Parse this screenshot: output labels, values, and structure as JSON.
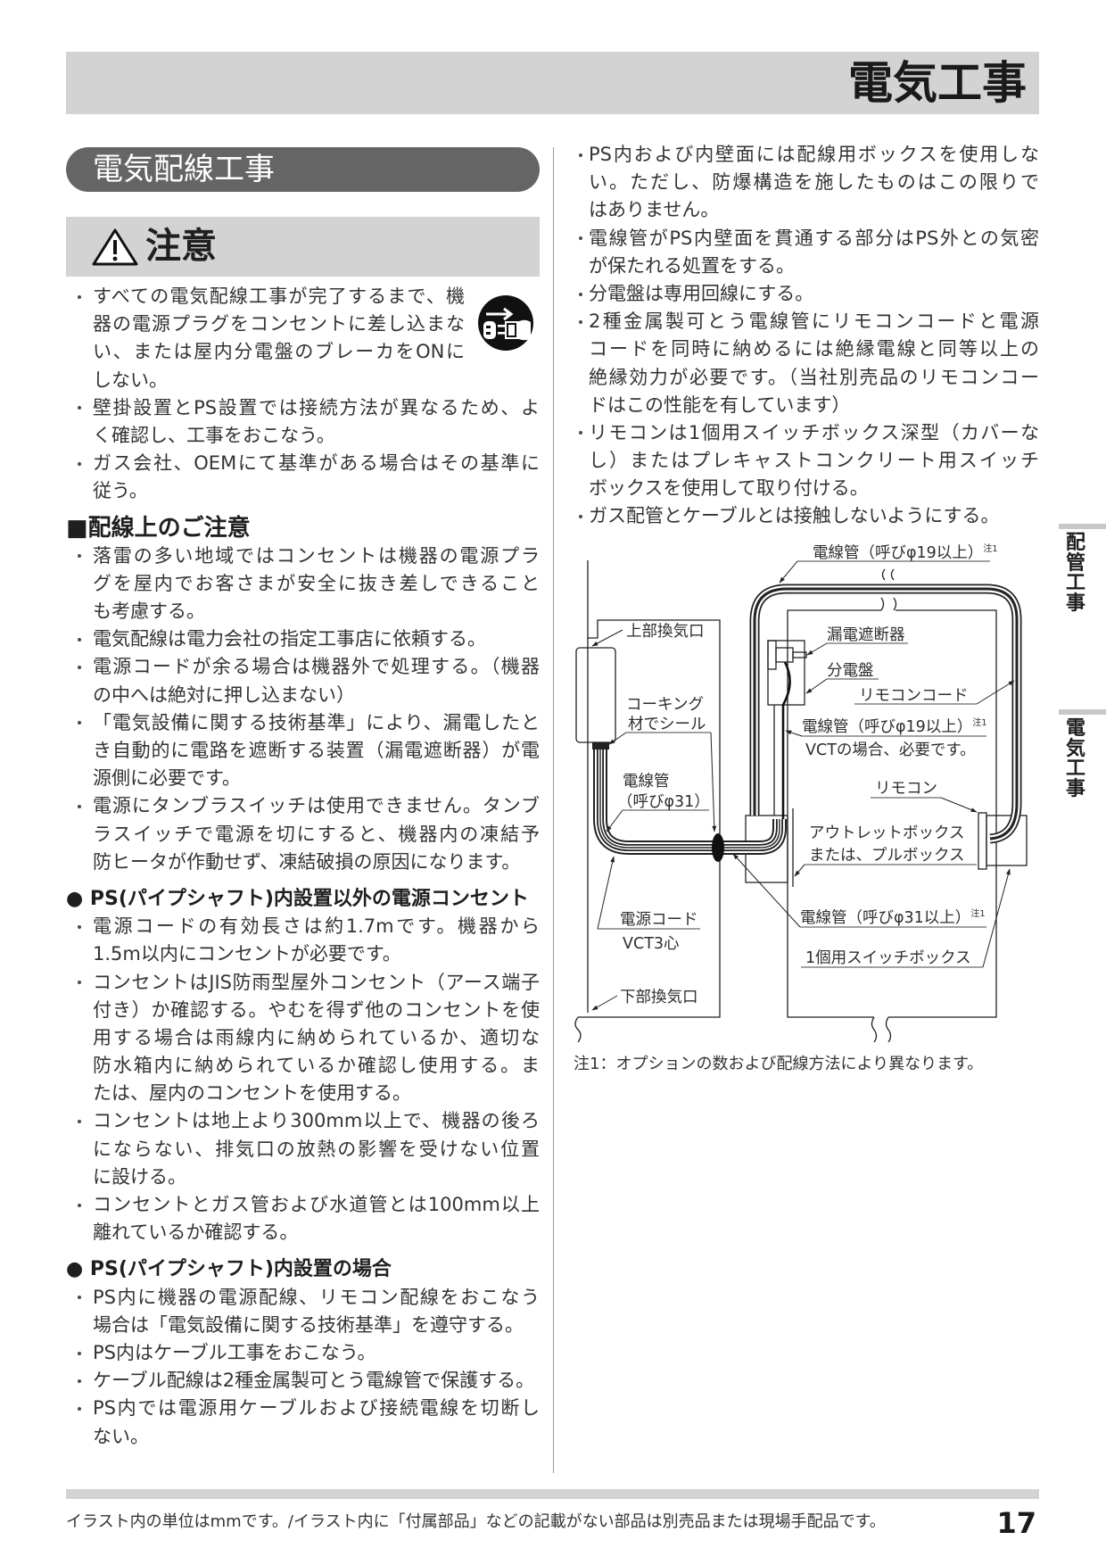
{
  "page": {
    "chapter_title": "電気工事",
    "section_title": "電気配線工事",
    "page_number": "17",
    "footer_note": "イラスト内の単位はmmです。/イラスト内に「付属部品」などの記載がない部品は別売品または現場手配品です。"
  },
  "side_tabs": [
    {
      "label": "配管工事"
    },
    {
      "label": "電気工事"
    }
  ],
  "caution": {
    "title": "注意",
    "icons": [
      "warning-triangle-icon",
      "unplug-icon"
    ],
    "items": [
      {
        "lines": [
          "すべての電気配線工事が完了するまで、機",
          "器の電源プラグをコンセントに差し込まな",
          "い、または屋内分電盤のブレーカをONに",
          "しない。"
        ]
      },
      {
        "lines": [
          "壁掛設置とPS設置では接続方法が異なるため、よ",
          "く確認し、工事をおこなう。"
        ]
      },
      {
        "lines": [
          "ガス会社、OEMにて基準がある場合はその基準に",
          "従う。"
        ]
      }
    ]
  },
  "wiring_notes": {
    "heading": "■配線上のご注意",
    "items": [
      {
        "lines": [
          "落雷の多い地域ではコンセントは機器の電源プラ",
          "グを屋内でお客さまが安全に抜き差しできること",
          "も考慮する。"
        ]
      },
      {
        "lines": [
          "電気配線は電力会社の指定工事店に依頼する。"
        ]
      },
      {
        "lines": [
          "電源コードが余る場合は機器外で処理する。（機器",
          "の中へは絶対に押し込まない）"
        ]
      },
      {
        "lines": [
          "「電気設備に関する技術基準」により、漏電したと",
          "き自動的に電路を遮断する装置（漏電遮断器）が電",
          "源側に必要です。"
        ]
      },
      {
        "lines": [
          "電源にタンブラスイッチは使用できません。タンブ",
          "ラスイッチで電源を切にすると、機器内の凍結予",
          "防ヒータが作動せず、凍結破損の原因になります。"
        ]
      }
    ]
  },
  "outside_ps": {
    "heading": "● PS(パイプシャフト)内設置以外の電源コンセント",
    "items": [
      {
        "lines": [
          "電源コードの有効長さは約1.7mです。機器から",
          "1.5m以内にコンセントが必要です。"
        ]
      },
      {
        "lines": [
          "コンセントはJIS防雨型屋外コンセント（アース端子",
          "付き）か確認する。やむを得ず他のコンセントを使",
          "用する場合は雨線内に納められているか、適切な",
          "防水箱内に納められているか確認し使用する。ま",
          "たは、屋内のコンセントを使用する。"
        ]
      },
      {
        "lines": [
          "コンセントは地上より300mm以上で、機器の後ろ",
          "にならない、排気口の放熱の影響を受けない位置",
          "に設ける。"
        ]
      },
      {
        "lines": [
          "コンセントとガス管および水道管とは100mm以上",
          "離れているか確認する。"
        ]
      }
    ]
  },
  "inside_ps": {
    "heading": "● PS(パイプシャフト)内設置の場合",
    "items": [
      {
        "lines": [
          "PS内に機器の電源配線、リモコン配線をおこなう",
          "場合は「電気設備に関する技術基準」を遵守する。"
        ]
      },
      {
        "lines": [
          "PS内はケーブル工事をおこなう。"
        ]
      },
      {
        "lines": [
          "ケーブル配線は2種金属製可とう電線管で保護する。"
        ]
      },
      {
        "lines": [
          "PS内では電源用ケーブルおよび接続電線を切断し",
          "ない。"
        ]
      }
    ]
  },
  "right_column": {
    "items": [
      {
        "lines": [
          "PS内および内壁面には配線用ボックスを使用しな",
          "い。ただし、防爆構造を施したものはこの限りで",
          "はありません。"
        ]
      },
      {
        "lines": [
          "電線管がPS内壁面を貫通する部分はPS外との気密",
          "が保たれる処置をする。"
        ]
      },
      {
        "lines": [
          "分電盤は専用回線にする。"
        ]
      },
      {
        "lines": [
          "2種金属製可とう電線管にリモコンコードと電源",
          "コードを同時に納めるには絶縁電線と同等以上の",
          "絶縁効力が必要です。（当社別売品のリモコンコー",
          "ドはこの性能を有しています）"
        ]
      },
      {
        "lines": [
          "リモコンは1個用スイッチボックス深型（カバーな",
          "し）またはプレキャストコンクリート用スイッチ",
          "ボックスを使用して取り付ける。"
        ]
      },
      {
        "lines": [
          "ガス配管とケーブルとは接触しないようにする。"
        ]
      }
    ]
  },
  "diagram": {
    "labels": {
      "conduit_top": {
        "text": "電線管（呼びφ19以上）",
        "note": "注1"
      },
      "top_vent": "上部換気口",
      "breaker": "漏電遮断器",
      "panel": "分電盤",
      "remote_cord": "リモコンコード",
      "caulking": [
        "コーキング",
        "材でシール"
      ],
      "conduit_vct": {
        "text": "電線管（呼びφ19以上）",
        "note": "注1",
        "sub": "VCTの場合、必要です。"
      },
      "conduit_31": [
        "電線管",
        "（呼びφ31）"
      ],
      "remote": "リモコン",
      "outlet_box": [
        "アウトレットボックス",
        "または、プルボックス"
      ],
      "power_cord": {
        "text": "電源コード",
        "sub": "VCT3心"
      },
      "conduit_31_up": {
        "text": "電線管（呼びφ31以上）",
        "note": "注1"
      },
      "switch_box": "1個用スイッチボックス",
      "bottom_vent": "下部換気口"
    },
    "note": "注1：オプションの数および配線方法により異なります。"
  },
  "colors": {
    "banner_bg": "#d3d3d3",
    "pill_bg": "#656565",
    "text": "#333333",
    "tab_bar": "#c8c8c8"
  }
}
